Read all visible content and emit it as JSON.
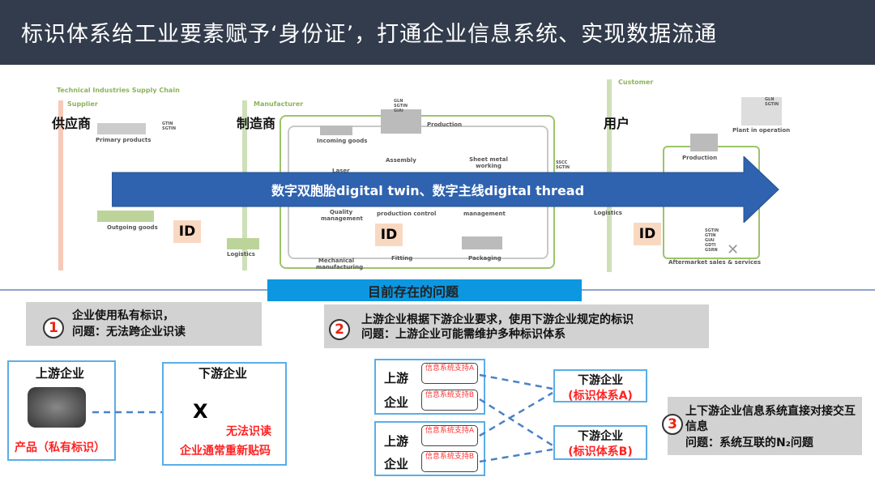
{
  "title": "标识体系给工业要素赋予‘身份证’，打通企业信息系统、实现数据流通",
  "diagram": {
    "chain_title": "Technical Industries Supply Chain",
    "supplier": "Supplier",
    "manufacturer": "Manufacturer",
    "customer": "Customer",
    "supplier_cn": "供应商",
    "manufacturer_cn": "制造商",
    "customer_cn": "用户",
    "nodes": {
      "primary": "Primary products",
      "outgoing": "Outgoing goods",
      "logistics": "Logistics",
      "incoming": "Incoming goods",
      "production": "Production",
      "assembly": "Assembly",
      "sheet_metal": "Sheet metal working",
      "laser": "Laser",
      "quality": "Quality management",
      "prod_control": "production control",
      "container": "management",
      "mechanical": "Mechanical manufacturing",
      "fitting": "Fitting",
      "packaging": "Packaging",
      "logistics2": "Logistics",
      "cust_production": "Production",
      "plant": "Plant in operation",
      "aftermarket": "Aftermarket sales & services"
    },
    "codes": {
      "gtin": "GTIN SGTIN",
      "sscc": "SSCC SGTIN",
      "gln": "GLN SGTIN GIAI",
      "gln2": "GLN SGTIN",
      "after": "SGTIN GTIN GIAI GDTI GSRN"
    },
    "id_label": "ID",
    "arrow_text": "数字双胞胎digital twin、数字主线digital thread"
  },
  "problems": {
    "header": "目前存在的问题",
    "p1": {
      "num": "1",
      "line1": "企业使用私有标识，",
      "line2": "问题：无法跨企业识读",
      "upstream": "上游企业",
      "product": "产品（私有标识）",
      "downstream": "下游企业",
      "x": "X",
      "cannot": "无法识读",
      "relabel": "企业通常重新贴码"
    },
    "p2": {
      "num": "2",
      "line1": "上游企业根据下游企业要求，使用下游企业规定的标识",
      "line2": "问题：上游企业可能需维护多种标识体系",
      "up1": "上游",
      "up2": "企业",
      "sysA": "信息系统支持A",
      "sysB": "信息系统支持B",
      "downA_title": "下游企业",
      "downA_sub": "(标识体系A)",
      "downB_title": "下游企业",
      "downB_sub": "(标识体系B)"
    },
    "p3": {
      "num": "3",
      "line1": "上下游企业信息系统直接对接交互信息",
      "line2": "问题：系统互联的N₂问题"
    }
  }
}
